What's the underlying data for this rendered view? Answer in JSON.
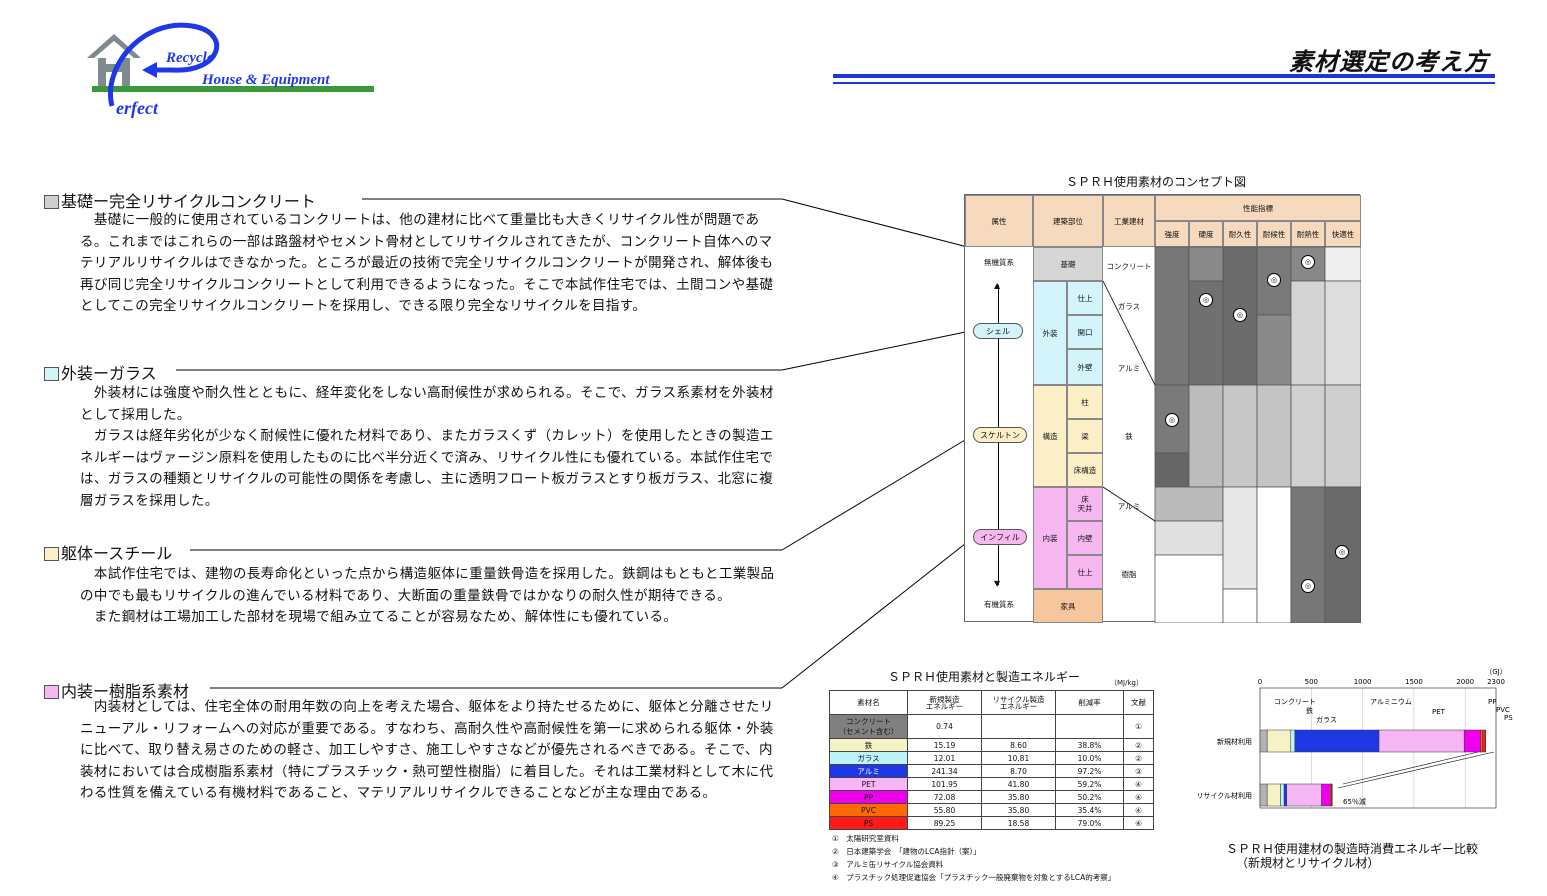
{
  "logo": {
    "line1": "Recycle",
    "line2": "House & Equipment",
    "line3": "erfect"
  },
  "page_title": "素材選定の考え方",
  "sections": [
    {
      "heading": "基礎ー完全リサイクルコンクリート",
      "color": "#cfcfcf",
      "paras": [
        "　基礎に一般的に使用されているコンクリートは、他の建材に比べて重量比も大きくリサイクル性が問題である。これまではこれらの一部は路盤材やセメント骨材としてリサイクルされてきたが、コンクリート自体へのマテリアルリサイクルはできなかった。ところが最近の技術で完全リサイクルコンクリートが開発され、解体後も再び同じ完全リサイクルコンクリートとして利用できるようになった。そこで本試作住宅では、土間コンや基礎としてこの完全リサイクルコンクリートを採用し、できる限り完全なリサイクルを目指す。"
      ]
    },
    {
      "heading": "外装ーガラス",
      "color": "#d4f4fb",
      "paras": [
        "　外装材には強度や耐久性とともに、経年変化をしない高耐候性が求められる。そこで、ガラス系素材を外装材として採用した。",
        "　ガラスは経年劣化が少なく耐候性に優れた材料であり、またガラスくず（カレット）を使用したときの製造エネルギーはヴァージン原料を使用したものに比べ半分近くで済み、リサイクル性にも優れている。本試作住宅では、ガラスの種類とリサイクルの可能性の関係を考慮し、主に透明フロート板ガラスとすり板ガラス、北窓に複層ガラスを採用した。"
      ]
    },
    {
      "heading": "躯体ースチール",
      "color": "#fdf0c8",
      "paras": [
        "　本試作住宅では、建物の長寿命化といった点から構造躯体に重量鉄骨造を採用した。鉄鋼はもともと工業製品の中でも最もリサイクルの進んでいる材料であり、大断面の重量鉄骨ではかなりの耐久性が期待できる。",
        "　また鋼材は工場加工した部材を現場で組み立てることが容易なため、解体性にも優れている。"
      ]
    },
    {
      "heading": "内装ー樹脂系素材",
      "color": "#f7b8f1",
      "paras": [
        "　内装材としては、住宅全体の耐用年数の向上を考えた場合、躯体をより持たせるために、躯体と分離させたリニューアル・リフォームへの対応が重要である。すなわち、高耐久性や高耐候性を第一に求められる躯体・外装に比べて、取り替え易さのための軽さ、加工しやすさ、施工しやすさなどが優先されるべきである。そこで、内装材においては合成樹脂系素材（特にプラスチック・熱可塑性樹脂）に着目した。それは工業材料として木に代わる性質を備えている有機材料であること、マテリアルリサイクルできることなどが主な理由である。"
      ]
    }
  ],
  "concept": {
    "title": "ＳＰＲＨ使用素材のコンセプト図",
    "headers": {
      "zokusei": "属性",
      "buii": "建築部位",
      "kogyo": "工業建材",
      "seino": "性能指標",
      "cols": [
        "強度",
        "硬度",
        "耐久性",
        "耐候性",
        "耐熱性",
        "快適性"
      ]
    },
    "left_top": "無機質系",
    "left_bottom": "有機質系",
    "ovals": [
      "シェル",
      "スケルトン",
      "インフィル"
    ],
    "groups": [
      "基礎",
      "外装",
      "構造",
      "内装",
      "家具"
    ],
    "parts": [
      "仕上",
      "開口",
      "外壁",
      "柱",
      "梁",
      "床構造",
      "床\n天井",
      "内壁",
      "仕上"
    ],
    "materials": [
      "コンクリート",
      "ガラス",
      "アルミ",
      "鉄",
      "アルミ",
      "樹脂"
    ],
    "mark": "◎"
  },
  "energy": {
    "title": "ＳＰＲＨ使用素材と製造エネルギー",
    "unit": "（MJ/kg）",
    "headers": [
      "素材名",
      "新規製造\nエネルギー",
      "リサイクル製造\nエネルギー",
      "削減率",
      "文献"
    ],
    "rows": [
      {
        "name": "コンクリート\n（セメント含む）",
        "color": "#808080",
        "new": "0.74",
        "rec": "",
        "rate": "",
        "ref": "①"
      },
      {
        "name": "鉄",
        "color": "#f5f2c4",
        "new": "15.19",
        "rec": "8.60",
        "rate": "38.8%",
        "ref": "②"
      },
      {
        "name": "ガラス",
        "color": "#bff3fb",
        "new": "12.01",
        "rec": "10.81",
        "rate": "10.0%",
        "ref": "②"
      },
      {
        "name": "アルミ",
        "color": "#1f38e6",
        "new": "241.34",
        "rec": "8.70",
        "rate": "97.2%",
        "ref": "③"
      },
      {
        "name": "PET",
        "color": "#f6b5f5",
        "new": "101.95",
        "rec": "41.80",
        "rate": "59.2%",
        "ref": "④"
      },
      {
        "name": "PP",
        "color": "#ee00ee",
        "new": "72.08",
        "rec": "35.80",
        "rate": "50.2%",
        "ref": "④"
      },
      {
        "name": "PVC",
        "color": "#ff6a00",
        "new": "55.80",
        "rec": "35.80",
        "rate": "35.4%",
        "ref": "④"
      },
      {
        "name": "PS",
        "color": "#ff1a1a",
        "new": "89.25",
        "rec": "18.58",
        "rate": "79.0%",
        "ref": "④"
      }
    ],
    "refs": [
      "①　太陽研究室資料",
      "②　日本建築学会　「建物のLCA指針（案）」",
      "③　アルミ缶リサイクル協会資料",
      "④　プラスチック処理促進協会「プラスチック一般廃棄物を対象とするLCA的考察」"
    ]
  },
  "chart_data": {
    "type": "bar",
    "orientation": "horizontal-stacked",
    "title": "ＳＰＲＨ使用建材の製造時消費エネルギー比較",
    "subtitle": "（新規材とリサイクル材）",
    "xunit": "（GJ）",
    "xlim": [
      0,
      2300
    ],
    "xticks": [
      "0",
      "500",
      "1000",
      "1500",
      "2000",
      "2300"
    ],
    "categories": [
      "新規材利用",
      "リサイクル材利用"
    ],
    "series": [
      {
        "name": "コンクリート",
        "color": "#b3b3b3",
        "values": [
          70,
          70
        ]
      },
      {
        "name": "鉄",
        "color": "#f5f2c4",
        "values": [
          230,
          130
        ]
      },
      {
        "name": "ガラス",
        "color": "#bff3fb",
        "values": [
          40,
          35
        ]
      },
      {
        "name": "アルミニウム",
        "color": "#1f38e6",
        "values": [
          820,
          25
        ]
      },
      {
        "name": "PET",
        "color": "#f6b5f5",
        "values": [
          830,
          340
        ]
      },
      {
        "name": "PP",
        "color": "#ee00ee",
        "values": [
          160,
          85
        ]
      },
      {
        "name": "PVC",
        "color": "#ff6a00",
        "values": [
          20,
          10
        ]
      },
      {
        "name": "PS",
        "color": "#ff1a1a",
        "values": [
          30,
          10
        ]
      }
    ],
    "annotation": "65％減"
  }
}
